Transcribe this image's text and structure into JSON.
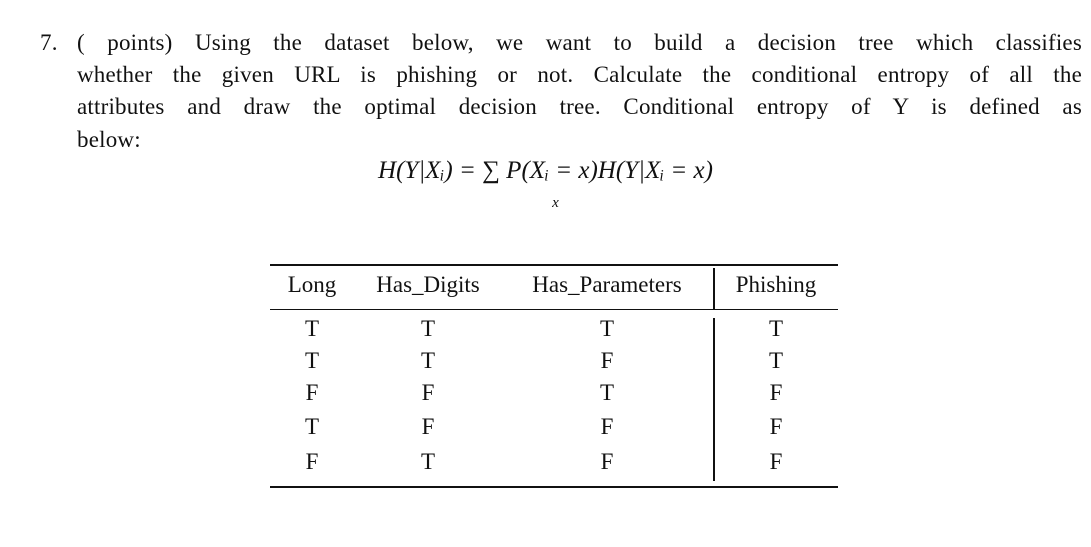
{
  "question": {
    "number": "7.",
    "lines": [
      "( points) Using the dataset below, we want to build a decision tree which classifies",
      "whether the given URL is phishing or not. Calculate the conditional entropy of all the",
      "attributes and draw the optimal decision tree. Conditional entropy of Y is defined as",
      "below:"
    ],
    "formula": "H(Y|Xᵢ) = ∑ P(Xᵢ = x)H(Y|Xᵢ = x)",
    "formula_subscript": "x"
  },
  "table": {
    "headers": [
      "Long",
      "Has_Digits",
      "Has_Parameters",
      "Phishing"
    ],
    "rows": [
      [
        "T",
        "T",
        "T",
        "T"
      ],
      [
        "T",
        "T",
        "F",
        "T"
      ],
      [
        "F",
        "F",
        "T",
        "F"
      ],
      [
        "T",
        "F",
        "F",
        "F"
      ],
      [
        "F",
        "T",
        "F",
        "F"
      ]
    ]
  }
}
